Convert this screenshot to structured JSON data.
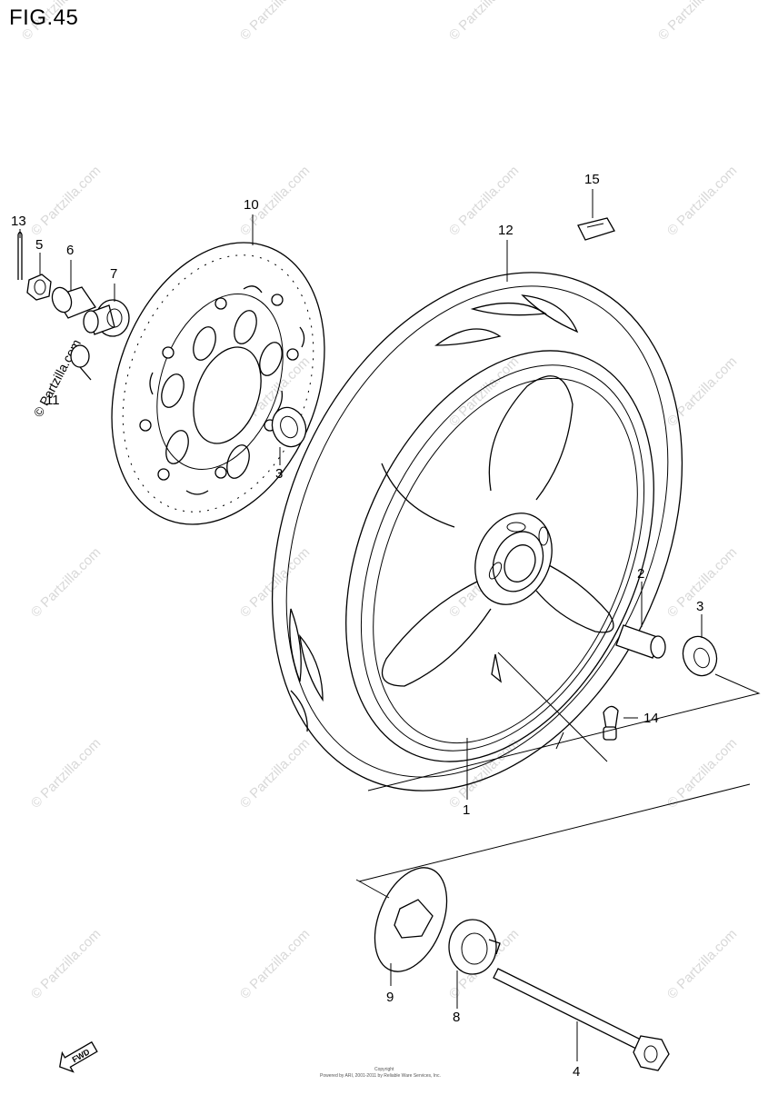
{
  "figure": {
    "title": "FIG.45"
  },
  "callouts": [
    "1",
    "2",
    "3",
    "3",
    "4",
    "5",
    "6",
    "7",
    "8",
    "9",
    "10",
    "11",
    "12",
    "13",
    "14",
    "15"
  ],
  "watermark": {
    "text": "© Partzilla.com"
  },
  "footer": {
    "copyright_label": "Copyright",
    "copyright_text": "Powered by ARI, 2001-2011 by Reliable Ware Services, Inc."
  },
  "fwd_badge": {
    "label": "FWD",
    "icon": "forward-arrow-icon"
  }
}
